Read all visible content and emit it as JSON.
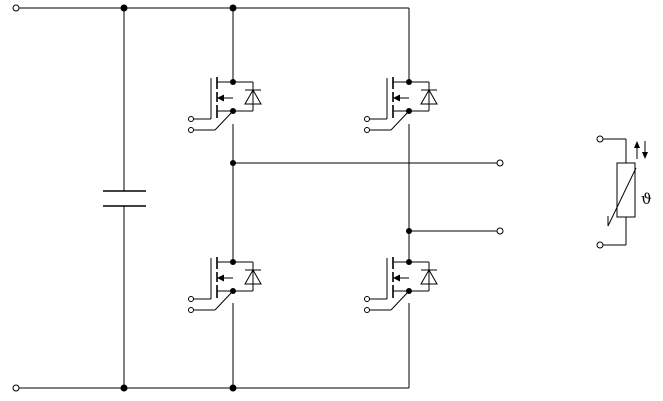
{
  "diagram": {
    "components": [
      {
        "name": "dc-link-capacitor",
        "kind": "capacitor"
      },
      {
        "name": "mosfet-high-left",
        "kind": "n-channel-mosfet-with-body-diode"
      },
      {
        "name": "mosfet-low-left",
        "kind": "n-channel-mosfet-with-body-diode"
      },
      {
        "name": "mosfet-high-right",
        "kind": "n-channel-mosfet-with-body-diode"
      },
      {
        "name": "mosfet-low-right",
        "kind": "n-channel-mosfet-with-body-diode"
      },
      {
        "name": "ntc-thermistor",
        "kind": "thermistor"
      }
    ],
    "thermistor_symbol": "ϑ"
  }
}
